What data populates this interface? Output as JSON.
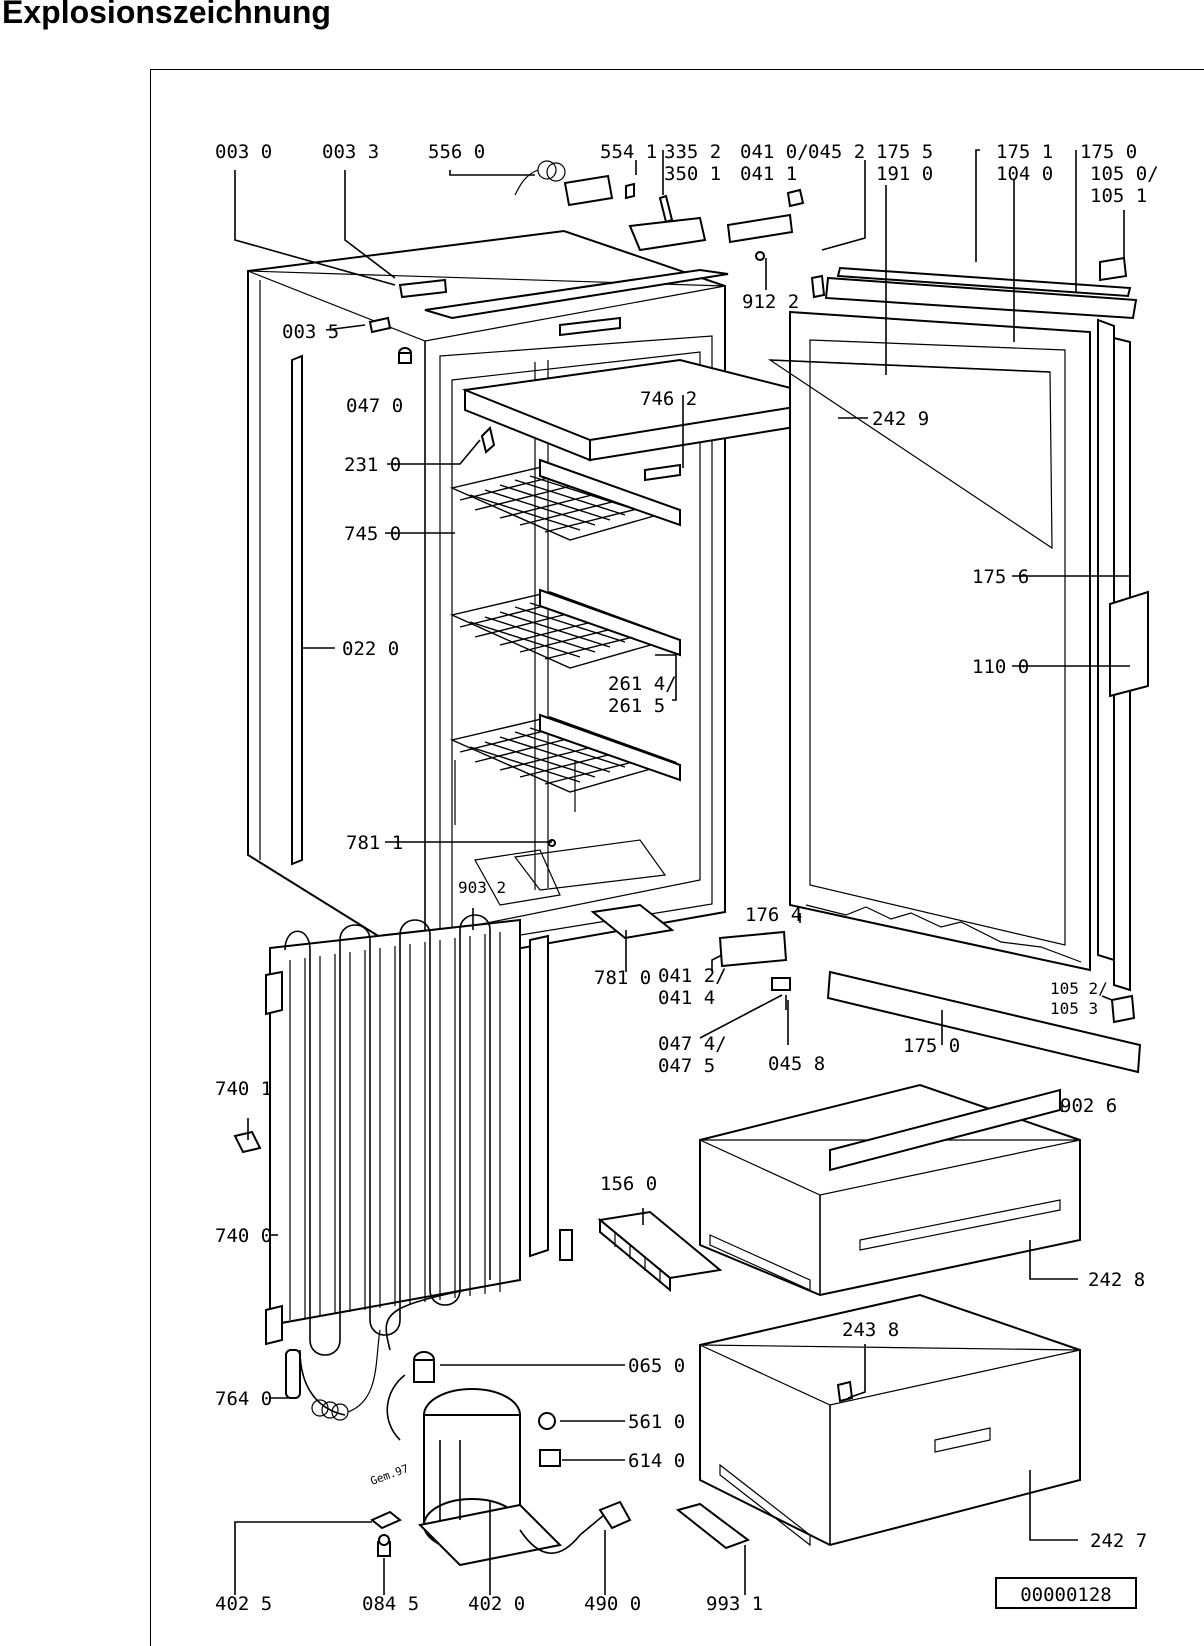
{
  "title": "Explosionszeichnung",
  "drawing_number": "00000128",
  "author_mark": "Gem.97",
  "labels": [
    "003 0",
    "003 3",
    "556 0",
    "554 1",
    "335 2",
    "350 1",
    "041 0/",
    "041 1",
    "045 2",
    "175 5",
    "191 0",
    "175 1",
    "104 0",
    "175 0",
    "105 0/",
    "105 1",
    "003 5",
    "047 0",
    "746 2",
    "242 9",
    "231 0",
    "745 0",
    "175 6",
    "022 0",
    "110 0",
    "261 4/",
    "261 5",
    "781 1",
    "903 2",
    "781 0",
    "176 4",
    "041 2/",
    "041 4",
    "105 2/",
    "105 3",
    "047 4/",
    "047 5",
    "045 8",
    "175 0",
    "912 2",
    "740 1",
    "902 6",
    "156 0",
    "740 0",
    "242 8",
    "243 8",
    "065 0",
    "764 0",
    "561 0",
    "614 0",
    "242 7",
    "402 5",
    "084 5",
    "402 0",
    "490 0",
    "993 1"
  ]
}
